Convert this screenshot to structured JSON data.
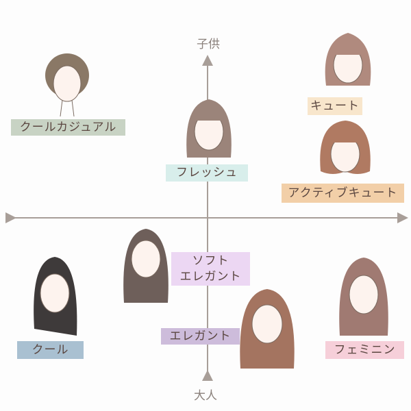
{
  "axis": {
    "top": "子供",
    "bottom": "大人"
  },
  "types": [
    {
      "id": "cool-casual",
      "label": "クールカジュアル",
      "color": "#c8d3c4",
      "hair": "#8a7866"
    },
    {
      "id": "cute",
      "label": "キュート",
      "color": "#f8e6cc",
      "hair": "#b08a7e"
    },
    {
      "id": "fresh",
      "label": "フレッシュ",
      "color": "#d8eeeb",
      "hair": "#9b847a"
    },
    {
      "id": "active-cute",
      "label": "アクティブキュート",
      "color": "#f2cfa8",
      "hair": "#b07a62"
    },
    {
      "id": "soft-elegant",
      "label": "ソフト\nエレガント",
      "color": "#ecd7f3",
      "hair": "#6e5f5a"
    },
    {
      "id": "elegant",
      "label": "エレガント",
      "color": "#cdbcdb",
      "hair": "#a47460"
    },
    {
      "id": "cool",
      "label": "クール",
      "color": "#a9c0d1",
      "hair": "#3e3a3a"
    },
    {
      "id": "feminine",
      "label": "フェミニン",
      "color": "#f6cfd9",
      "hair": "#a07a72"
    }
  ]
}
